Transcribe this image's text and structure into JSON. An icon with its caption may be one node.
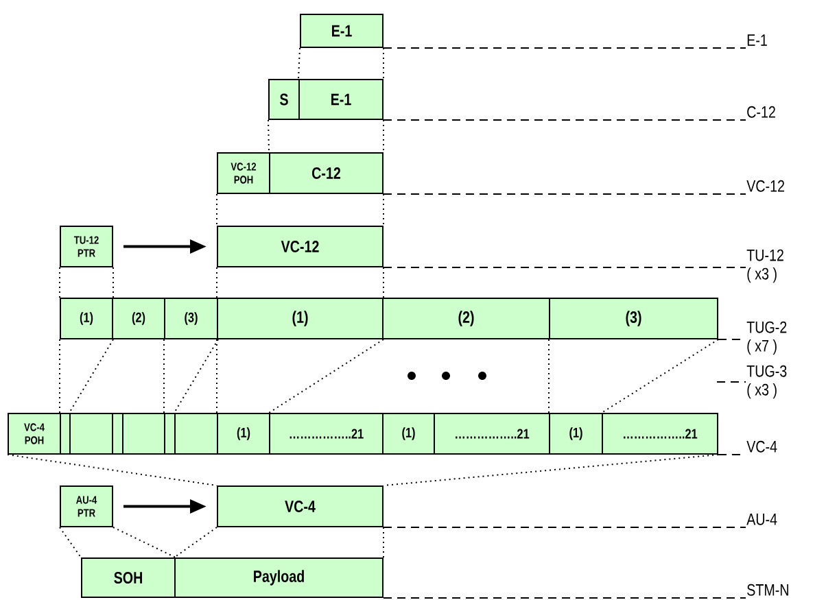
{
  "diagram": {
    "nodes": [
      {
        "text": [
          "E-1"
        ]
      },
      {
        "text": [
          "E-1"
        ]
      },
      {
        "text": [
          "S"
        ]
      },
      {
        "text": [
          "E-1"
        ]
      },
      {
        "text": [
          "C-12"
        ]
      },
      {
        "text": [
          "VC-12 POH"
        ]
      },
      {
        "text": [
          "C-12"
        ]
      },
      {
        "text": [
          "VC-12"
        ]
      },
      {
        "text": [
          "TU-12 PTR"
        ]
      },
      {
        "text": [
          "VC-12"
        ]
      },
      {
        "text": [
          "TU-12",
          "( x3 )"
        ]
      },
      {
        "text": [
          "(1)"
        ]
      },
      {
        "text": [
          "(2)"
        ]
      },
      {
        "text": [
          "(3)"
        ]
      },
      {
        "text": [
          "(1)"
        ]
      },
      {
        "text": [
          "(2)"
        ]
      },
      {
        "text": [
          "(3)"
        ]
      },
      {
        "text": [
          "TUG-2",
          "( x7 )"
        ]
      },
      {
        "text": [
          "TUG-3",
          "( x3 )"
        ]
      },
      {
        "text": [
          "VC-4 POH"
        ]
      },
      {
        "text": [],
        "shape": "box"
      },
      {
        "text": [],
        "shape": "box"
      },
      {
        "text": [],
        "shape": "box"
      },
      {
        "text": [],
        "shape": "box"
      },
      {
        "text": [],
        "shape": "box"
      },
      {
        "text": [],
        "shape": "box"
      },
      {
        "text": [
          "(1)"
        ]
      },
      {
        "text": [
          "……………..21"
        ]
      },
      {
        "text": [
          "(1)"
        ]
      },
      {
        "text": [
          "……………..21"
        ]
      },
      {
        "text": [
          "(1)"
        ]
      },
      {
        "text": [
          "……………..21"
        ]
      },
      {
        "text": [
          "VC-4"
        ]
      },
      {
        "text": [
          "AU-4 PTR"
        ]
      },
      {
        "text": [
          "VC-4"
        ]
      },
      {
        "text": [
          "AU-4"
        ]
      },
      {
        "text": [
          "SOH"
        ]
      },
      {
        "text": [
          "Payload"
        ]
      },
      {
        "text": [
          "STM-N"
        ]
      }
    ],
    "edges": [
      {
        "from": 8,
        "to": 9,
        "arrow": "to",
        "style": "thick"
      },
      {
        "from": 33,
        "to": 34,
        "arrow": "to",
        "style": "thick"
      },
      {
        "from": 0,
        "to": 1,
        "arrow": "none",
        "style": "dashed"
      },
      {
        "from": 3,
        "to": 4,
        "arrow": "none",
        "style": "dashed"
      },
      {
        "from": 6,
        "to": 7,
        "arrow": "none",
        "style": "dashed"
      },
      {
        "from": 9,
        "to": 10,
        "arrow": "none",
        "style": "dashed"
      },
      {
        "from": 16,
        "to": 17,
        "arrow": "none",
        "style": "dashed"
      },
      {
        "from": null,
        "to": 18,
        "arrow": "none",
        "style": "dashed"
      },
      {
        "from": 31,
        "to": 32,
        "arrow": "none",
        "style": "dashed"
      },
      {
        "from": 34,
        "to": 35,
        "arrow": "none",
        "style": "dashed"
      },
      {
        "from": 37,
        "to": 38,
        "arrow": "none",
        "style": "dashed"
      },
      {
        "from": 0,
        "to": 3,
        "arrow": "none",
        "style": "dashed"
      },
      {
        "from": 0,
        "to": 3,
        "arrow": "none",
        "style": "dashed"
      },
      {
        "from": 2,
        "to": 6,
        "arrow": "none",
        "style": "dashed"
      },
      {
        "from": 3,
        "to": 6,
        "arrow": "none",
        "style": "dashed"
      },
      {
        "from": 5,
        "to": 9,
        "arrow": "none",
        "style": "dashed"
      },
      {
        "from": 6,
        "to": 9,
        "arrow": "none",
        "style": "dashed"
      },
      {
        "from": 8,
        "to": 11,
        "arrow": "none",
        "style": "dashed"
      },
      {
        "from": 8,
        "to": 11,
        "arrow": "none",
        "style": "dashed"
      },
      {
        "from": 9,
        "to": 14,
        "arrow": "none",
        "style": "dashed"
      },
      {
        "from": 9,
        "to": 14,
        "arrow": "none",
        "style": "dashed"
      },
      {
        "from": 11,
        "to": 20,
        "arrow": "none",
        "style": "dashed"
      },
      {
        "from": 11,
        "to": 21,
        "arrow": "none",
        "style": "dashed"
      },
      {
        "from": 13,
        "to": 24,
        "arrow": "none",
        "style": "dashed"
      },
      {
        "from": 13,
        "to": 25,
        "arrow": "none",
        "style": "dashed"
      },
      {
        "from": 14,
        "to": 26,
        "arrow": "none",
        "style": "dashed"
      },
      {
        "from": 14,
        "to": 27,
        "arrow": "none",
        "style": "dashed"
      },
      {
        "from": 16,
        "to": 30,
        "arrow": "none",
        "style": "dashed"
      },
      {
        "from": 16,
        "to": 31,
        "arrow": "none",
        "style": "dashed"
      },
      {
        "from": 19,
        "to": 34,
        "arrow": "none",
        "style": "dashed"
      },
      {
        "from": 31,
        "to": 34,
        "arrow": "none",
        "style": "dashed"
      },
      {
        "from": 33,
        "to": 36,
        "arrow": "none",
        "style": "dashed"
      },
      {
        "from": 33,
        "to": 36,
        "arrow": "none",
        "style": "dashed"
      },
      {
        "from": 34,
        "to": 37,
        "arrow": "none",
        "style": "dashed"
      },
      {
        "from": 34,
        "to": 37,
        "arrow": "none",
        "style": "dashed"
      }
    ]
  }
}
